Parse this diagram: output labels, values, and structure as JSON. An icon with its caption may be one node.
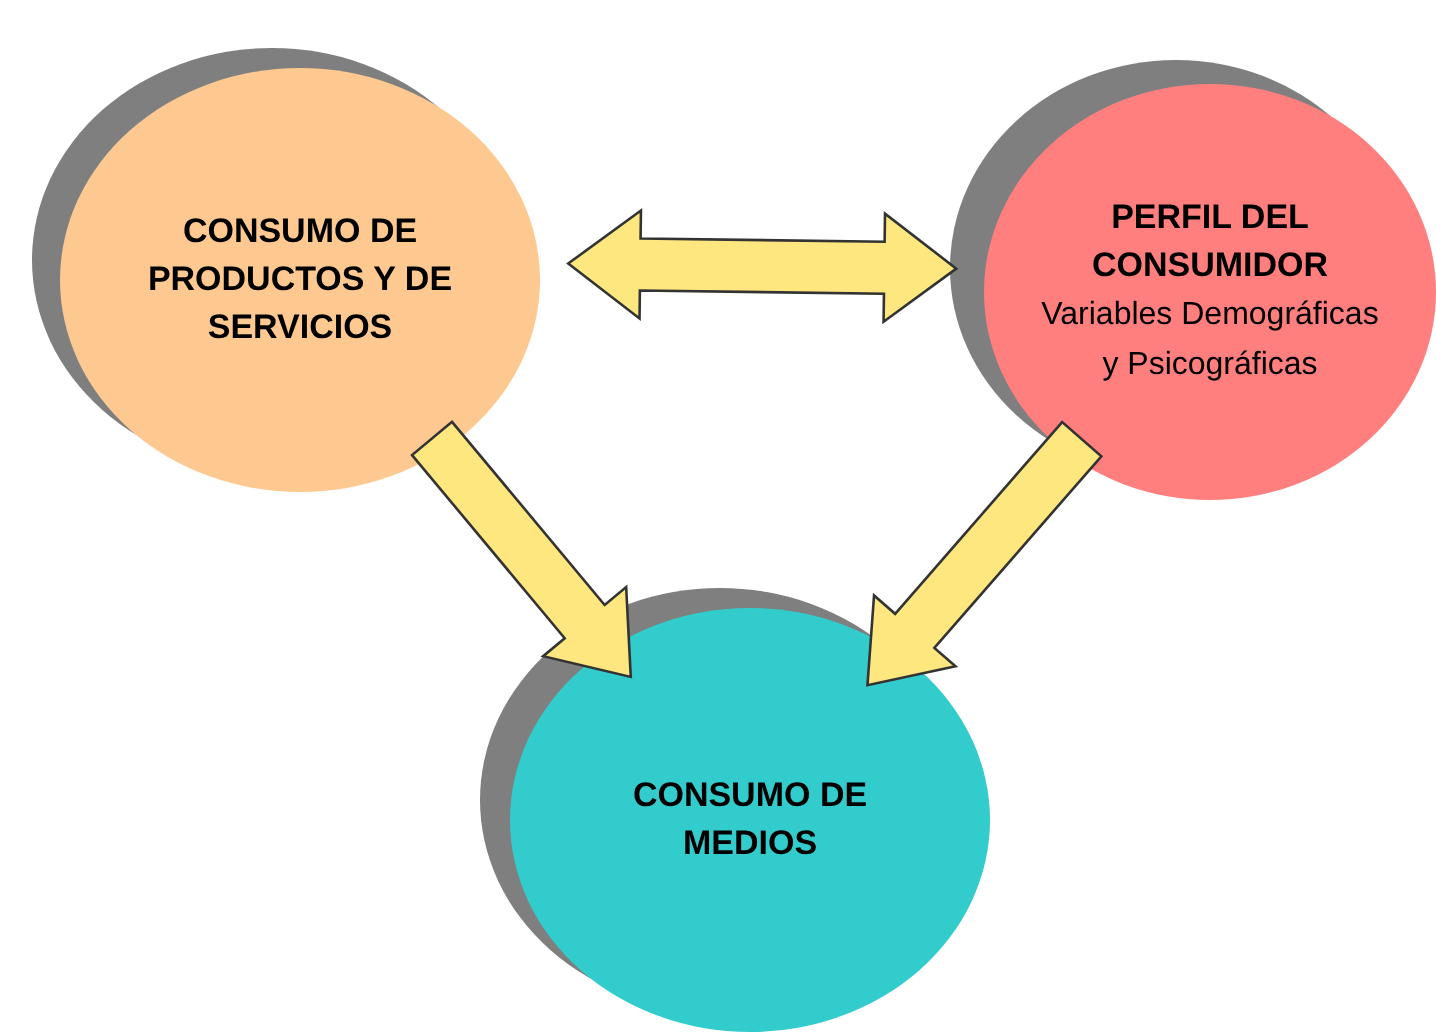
{
  "diagram": {
    "nodes": [
      {
        "text": [
          "CONSUMO DE PRODUCTOS Y DE SERVICIOS"
        ]
      },
      {
        "text": [
          "PERFIL DEL CONSUMIDOR",
          "Variables Demográficas y Psicográficas"
        ]
      },
      {
        "text": [
          "CONSUMO DE MEDIOS"
        ]
      }
    ],
    "edges": [
      {
        "from": 0,
        "to": 1,
        "arrow": "both"
      },
      {
        "from": 0,
        "to": 2,
        "arrow": "to"
      },
      {
        "from": 1,
        "to": 2,
        "arrow": "to"
      }
    ]
  }
}
